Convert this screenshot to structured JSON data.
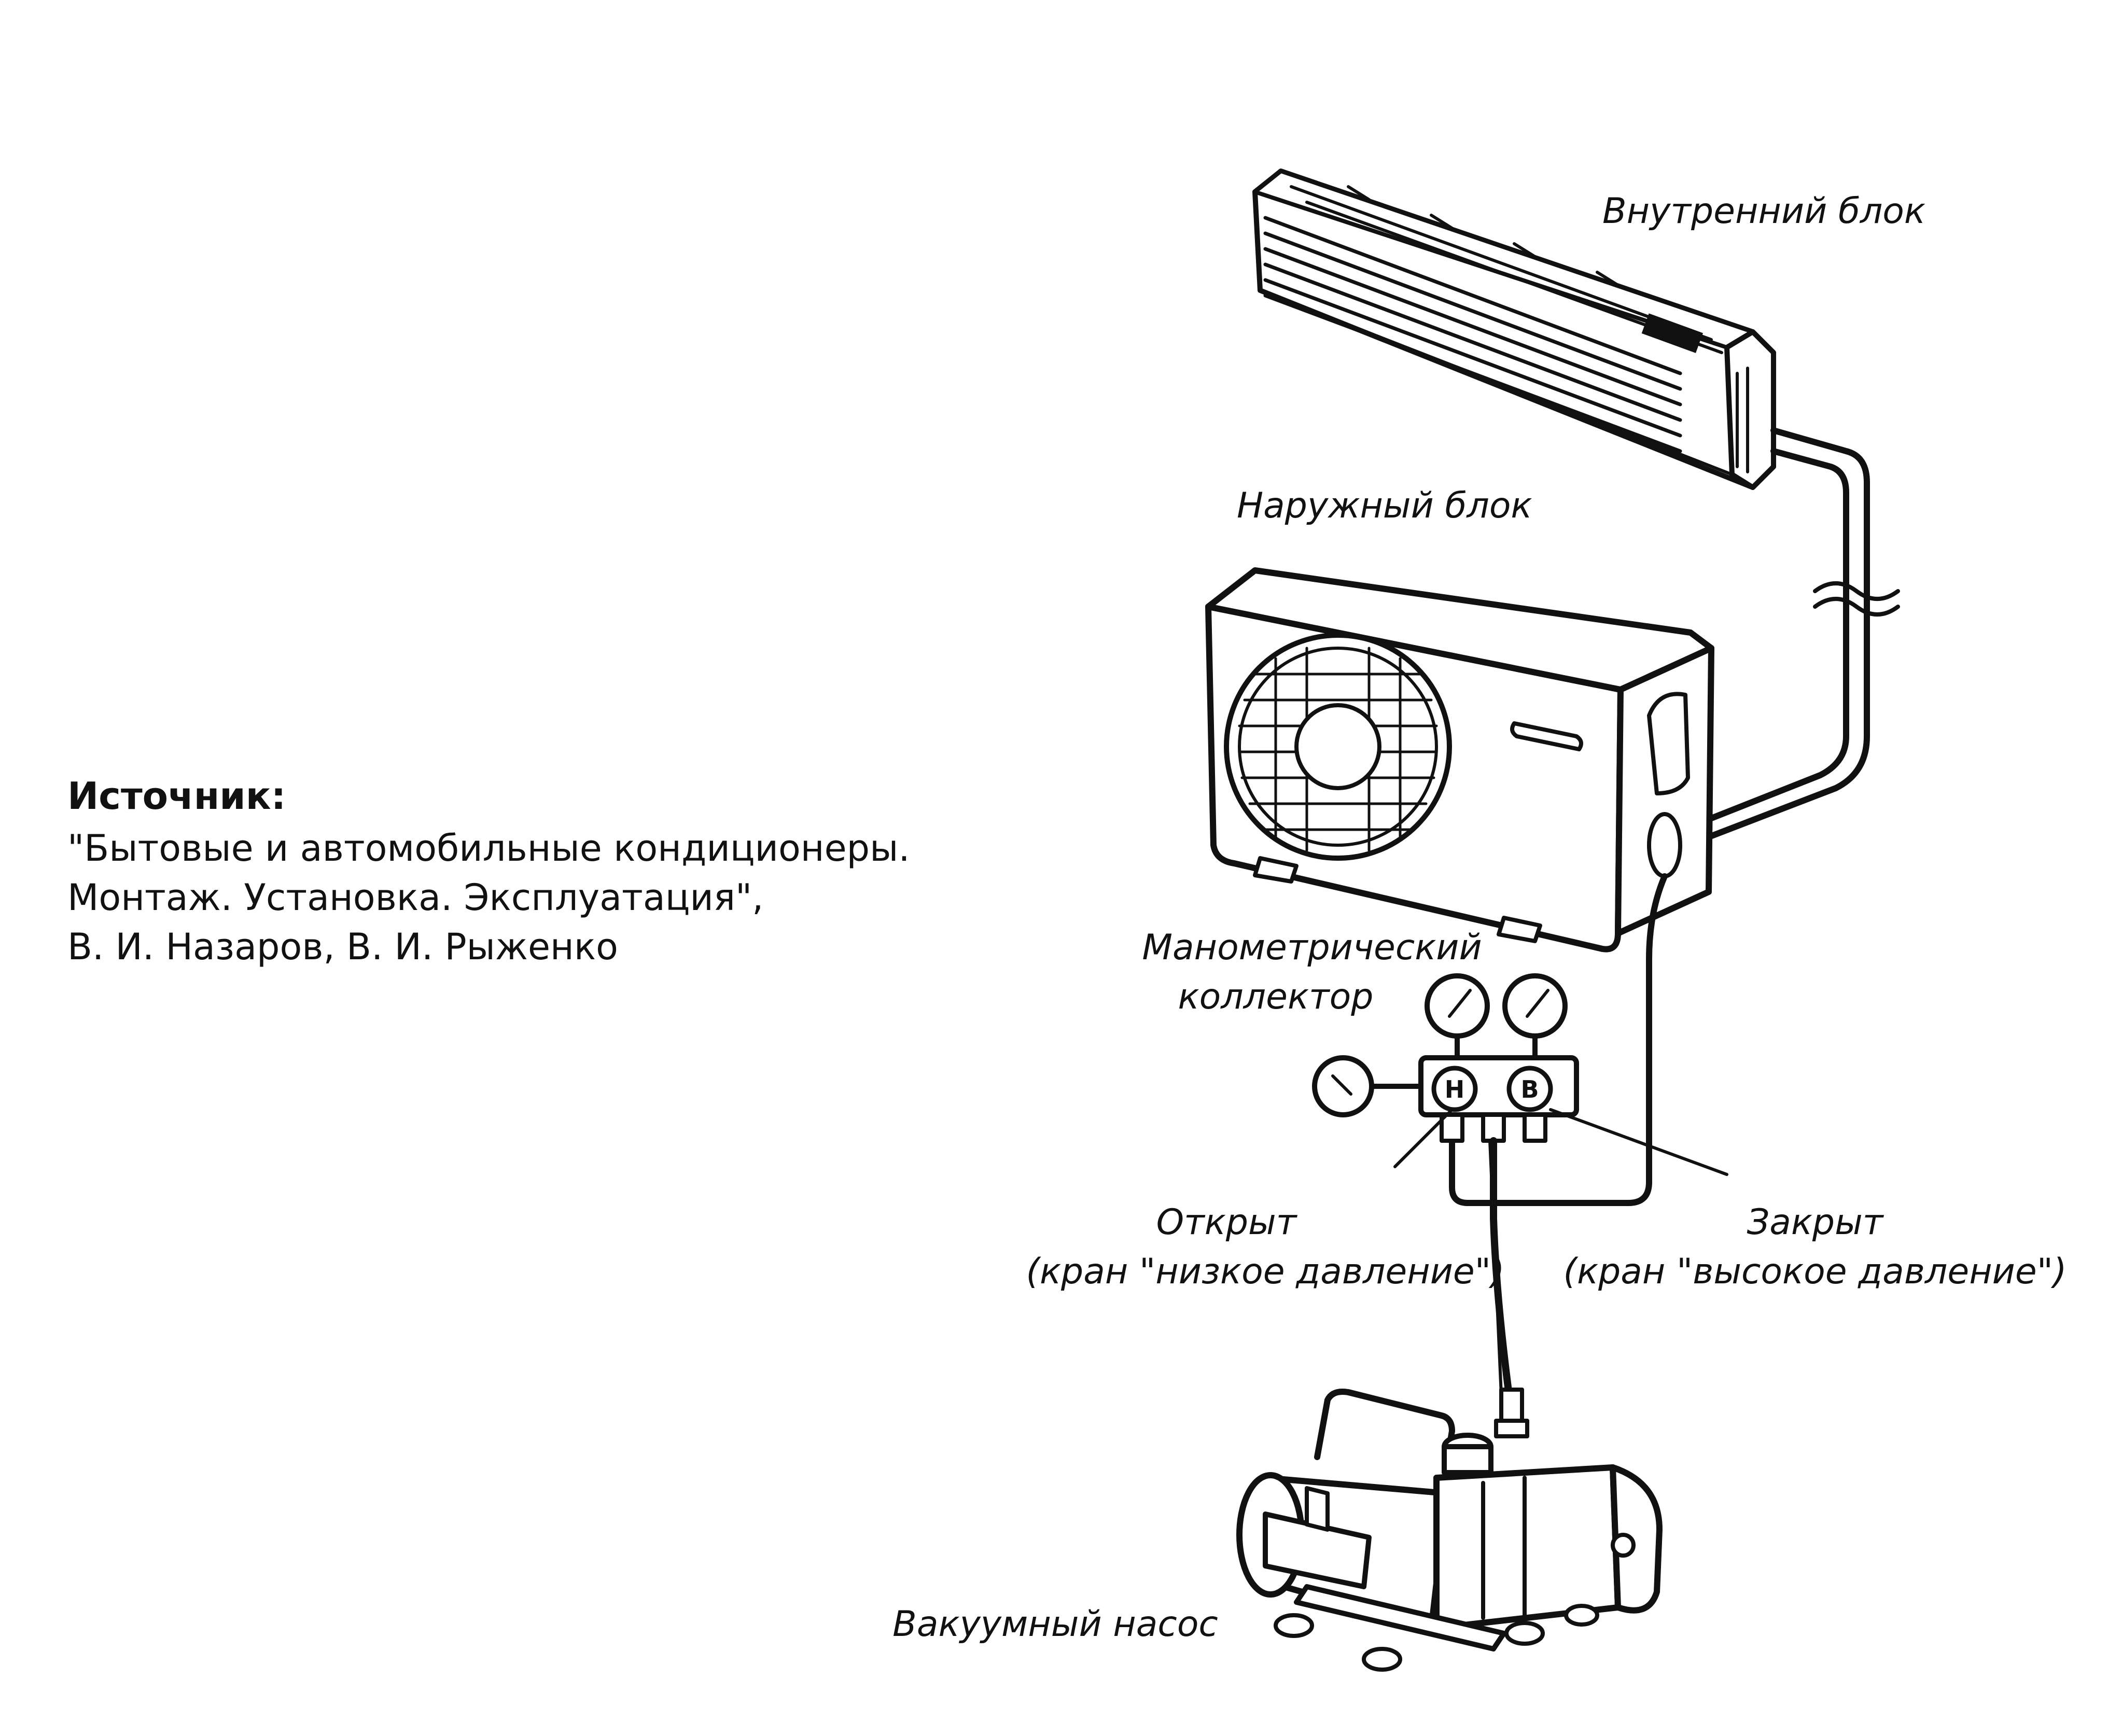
{
  "source": {
    "title": "Источник:",
    "lines": [
      "\"Бытовые и автомобильные кондиционеры.",
      "Монтаж. Установка. Эксплуатация\",",
      "В. И. Назаров, В. И. Рыженко"
    ]
  },
  "labels": {
    "indoor_unit": "Внутренний блок",
    "outdoor_unit": "Наружный блок",
    "manifold_line1": "Манометрический",
    "manifold_line2": "коллектор",
    "open_line1": "Открыт",
    "open_line2": "(кран \"низкое давление\")",
    "closed_line1": "Закрыт",
    "closed_line2": "(кран \"высокое давление\")",
    "vacuum_pump": "Вакуумный насос"
  },
  "valves": {
    "low": "Н",
    "high": "В"
  },
  "colors": {
    "ink": "#111111",
    "background": "#ffffff"
  }
}
